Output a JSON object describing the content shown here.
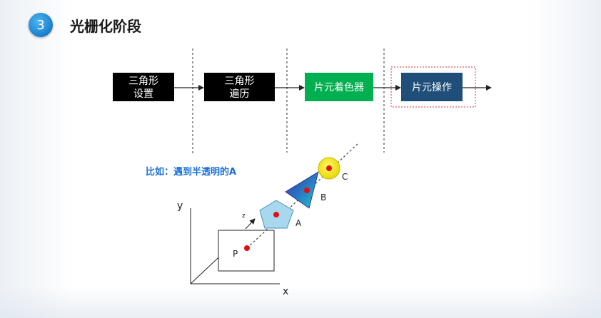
{
  "header": {
    "step_number": "3",
    "title": "光栅化阶段"
  },
  "pipeline": {
    "stages": [
      {
        "line1": "三角形",
        "line2": "设置",
        "color": "#000000"
      },
      {
        "line1": "三角形",
        "line2": "遍历",
        "color": "#000000"
      },
      {
        "line1": "片元着色器",
        "line2": "",
        "color": "#00b050"
      },
      {
        "line1": "片元操作",
        "line2": "",
        "color": "#1f4e79"
      }
    ],
    "highlight_border_color": "#e03030"
  },
  "example": {
    "caption": "比如：遇到半透明的A",
    "caption_color": "#1a6fd6",
    "axis_y": "y",
    "axis_x": "x",
    "axis_z": "z",
    "point_p": "P",
    "object_a": "A",
    "object_b": "B",
    "object_c": "C",
    "colors": {
      "pentagon": "#a8d8ee",
      "cone": "#1cb0c4",
      "sphere": "#f2e600",
      "dot": "#e01010"
    }
  }
}
